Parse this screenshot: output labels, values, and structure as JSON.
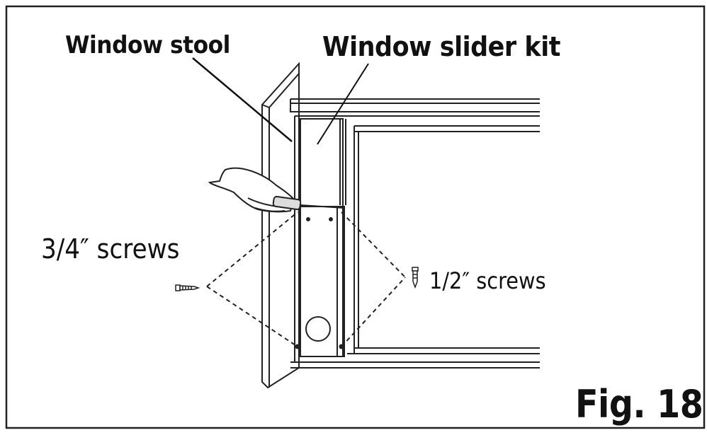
{
  "labels": {
    "window_stool": "Window stool",
    "window_slider_kit": "Window slider kit",
    "screws_3_4": "3/4″ screws",
    "screws_1_2": "1/2″ screws",
    "figure_number": "Fig. 18"
  }
}
